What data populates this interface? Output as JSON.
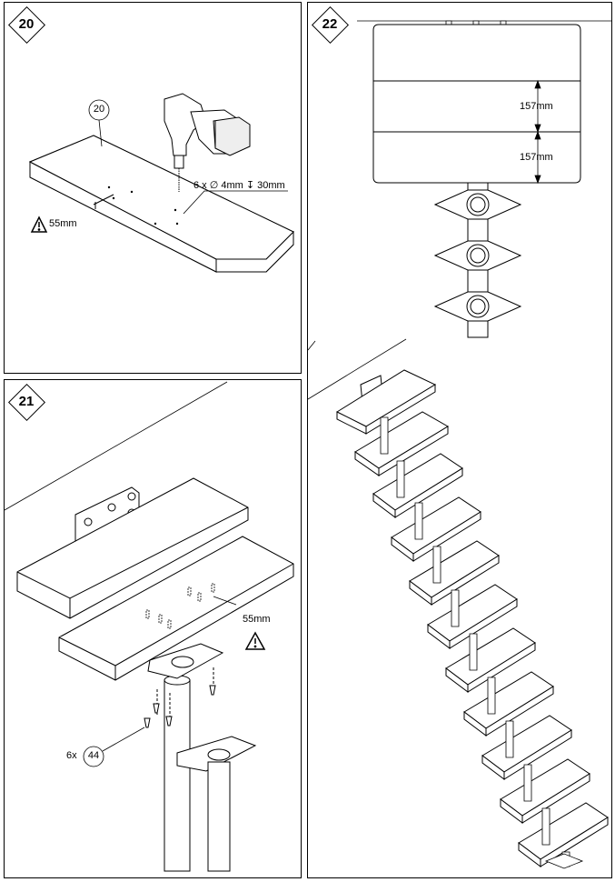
{
  "steps": {
    "step20": {
      "number": "20",
      "part_callout": "20",
      "drill_spec": "6 x ∅ 4mm ↧ 30mm",
      "warning_distance": "55mm"
    },
    "step21": {
      "number": "21",
      "warning_distance": "55mm",
      "screw_qty": "6x",
      "screw_part": "44"
    },
    "step22": {
      "number": "22",
      "spacing_1": "157mm",
      "spacing_2": "157mm"
    }
  },
  "icons": [
    "warning-triangle-icon",
    "drill-icon"
  ],
  "colors": {
    "line": "#000000",
    "background": "#ffffff"
  }
}
